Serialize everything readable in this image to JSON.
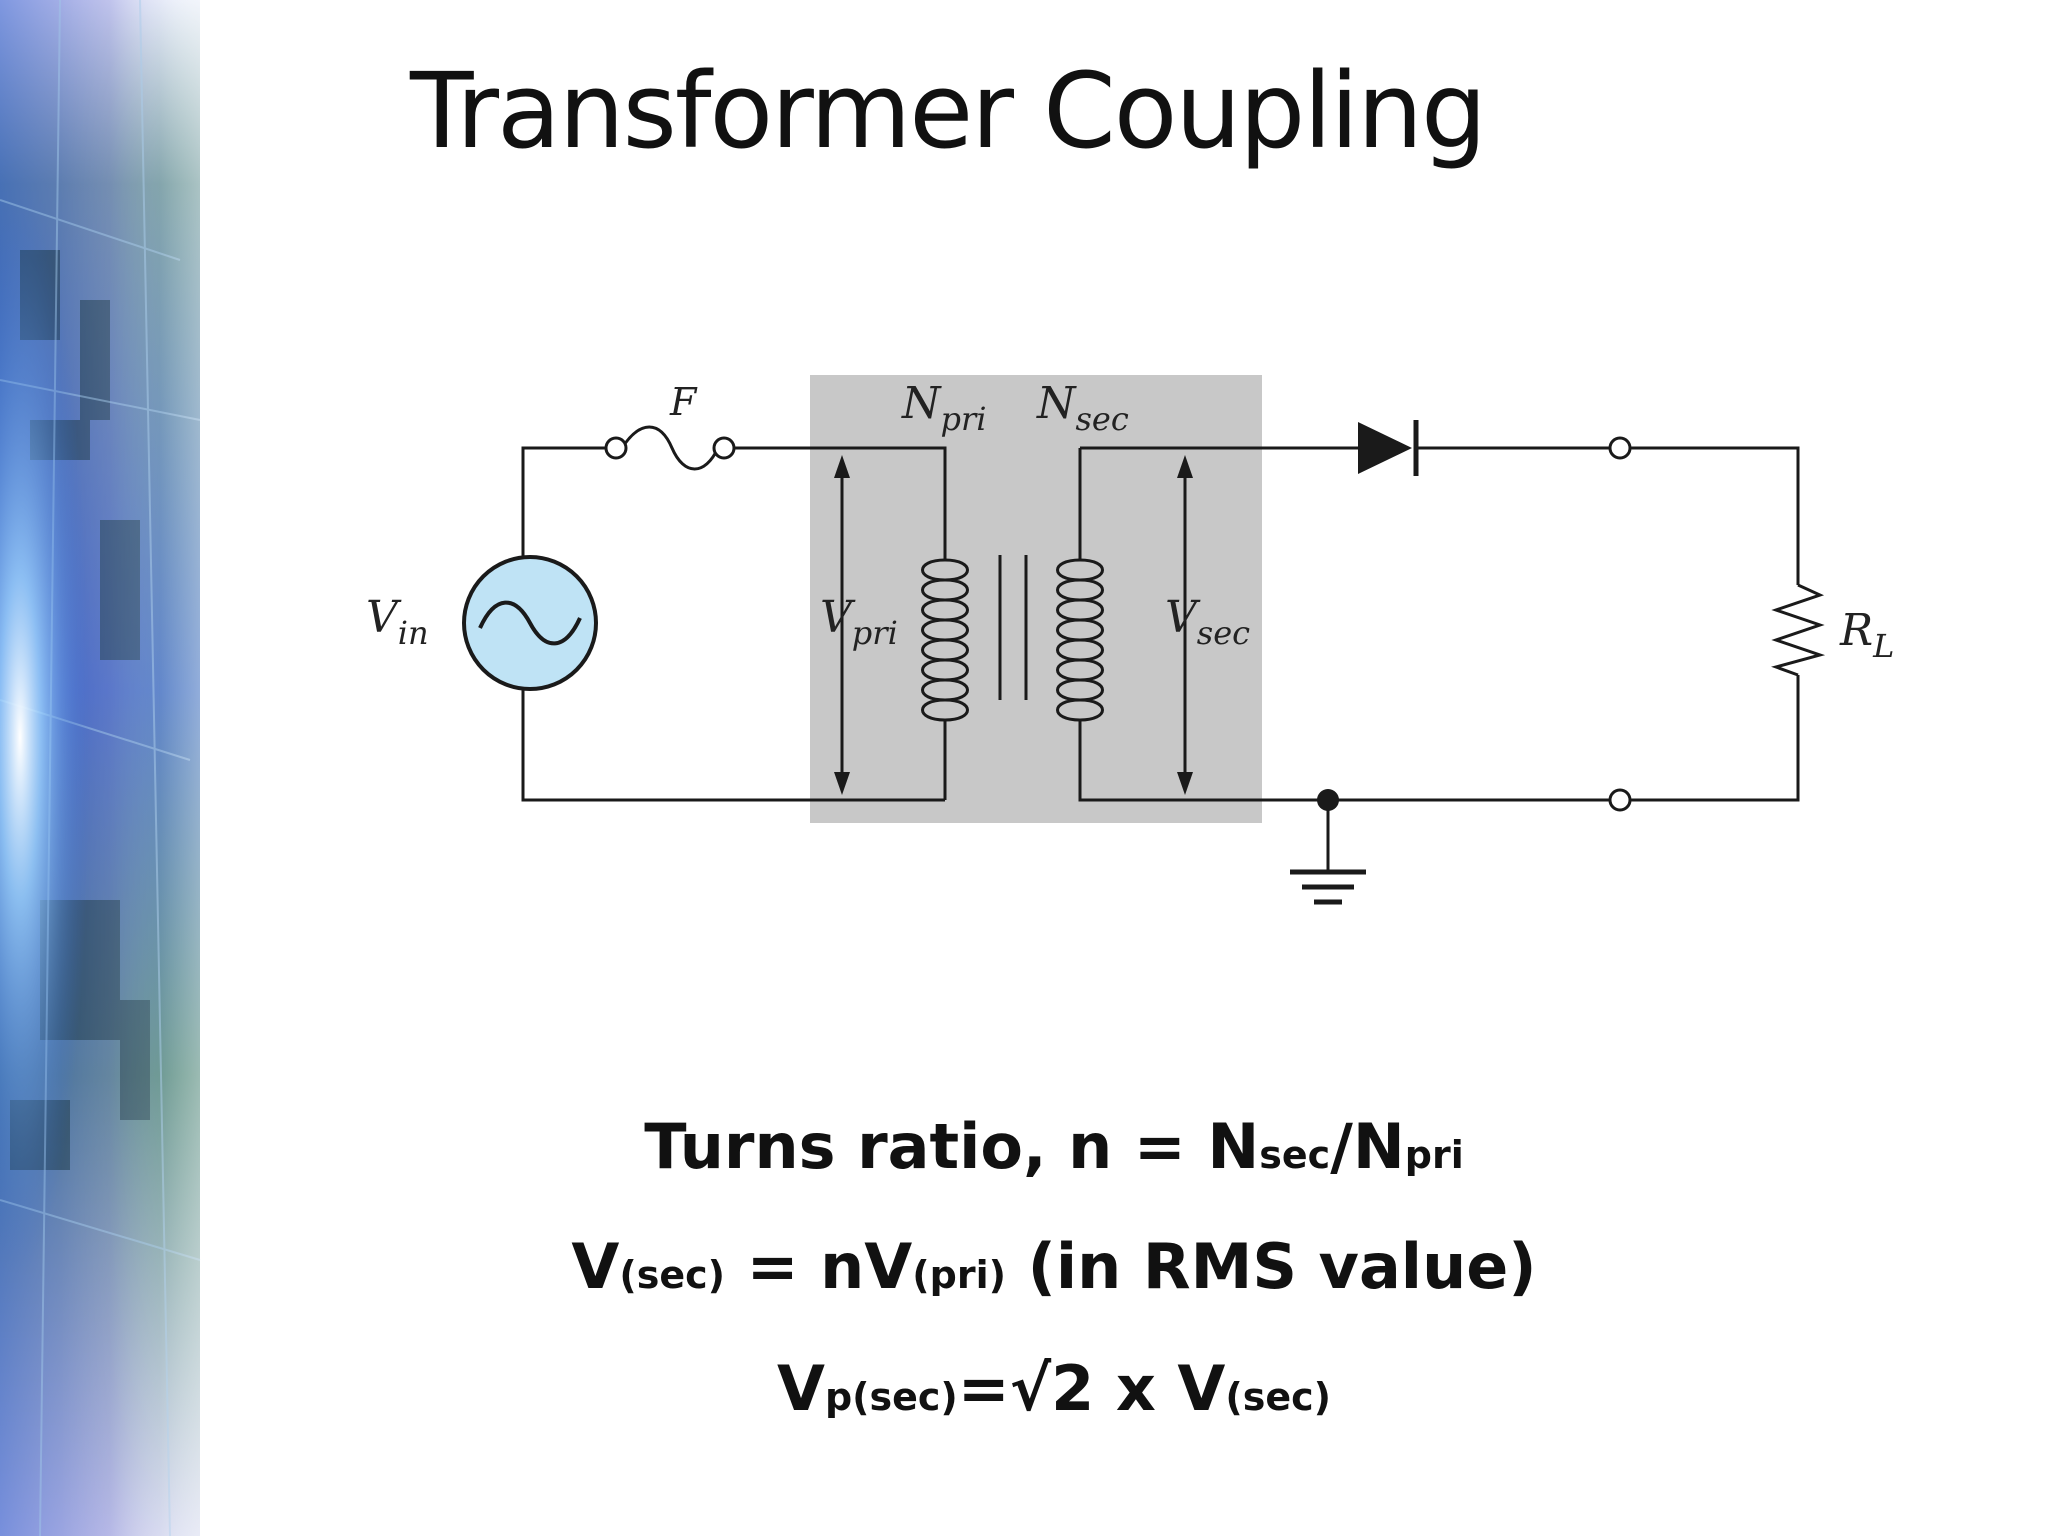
{
  "slide": {
    "title": "Transformer Coupling"
  },
  "circuit": {
    "labels": {
      "fuse": "F",
      "n_pri_main": "N",
      "n_pri_sub": "pri",
      "n_sec_main": "N",
      "n_sec_sub": "sec",
      "v_in_main": "V",
      "v_in_sub": "in",
      "v_pri_main": "V",
      "v_pri_sub": "pri",
      "v_sec_main": "V",
      "v_sec_sub": "sec",
      "r_l_main": "R",
      "r_l_sub": "L"
    },
    "colors": {
      "transformer_box": "#c8c8c8",
      "source_fill": "#bfe3f5",
      "wire": "#1a1a1a"
    }
  },
  "equations": {
    "eq1": {
      "text": "Turns ratio, n = N",
      "sub1": "sec",
      "mid": "/N",
      "sub2": "pri"
    },
    "eq2": {
      "v1": "V",
      "sub1": "(sec)",
      "mid": " = nV",
      "sub2": "(pri)",
      "tail": " (in RMS value)"
    },
    "eq3": {
      "v1": "V",
      "sub1": "p(sec)",
      "mid": "=√2 x V",
      "sub2": "(sec)"
    }
  }
}
